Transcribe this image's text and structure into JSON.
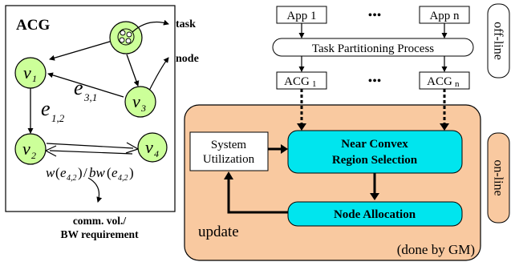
{
  "acg_panel": {
    "title": "ACG",
    "task_label": "task",
    "node_label": "node",
    "nodes": [
      {
        "id": "v1",
        "base": "v",
        "sub": "1"
      },
      {
        "id": "v2",
        "base": "v",
        "sub": "2"
      },
      {
        "id": "v3",
        "base": "v",
        "sub": "3"
      },
      {
        "id": "v4",
        "base": "v",
        "sub": "4"
      }
    ],
    "edge_labels": {
      "e31": {
        "base": "e",
        "sub": "3,1"
      },
      "e12": {
        "base": "e",
        "sub": "1,2"
      }
    },
    "weight_label": {
      "w": "w",
      "w_sub": "4,2",
      "slash": "/",
      "bw": "bw",
      "bw_sub": "4,2",
      "e": "e"
    },
    "comm_note_line1": "comm. vol./",
    "comm_note_line2": "BW requirement"
  },
  "flow": {
    "app_first": "App 1",
    "app_last": "App n",
    "ellipsis": "•••",
    "partition_process": "Task Partitioning Process",
    "acg_first": "ACG",
    "acg_first_sub": "1",
    "acg_last": "ACG",
    "acg_last_sub": "n",
    "offline_tag": "off-line",
    "online_tag": "on-line",
    "system_util_line1": "System",
    "system_util_line2": "Utilization",
    "ncrs_line1": "Near Convex",
    "ncrs_line2": "Region Selection",
    "node_allocation": "Node Allocation",
    "update_label": "update",
    "done_by": "(done by GM)"
  },
  "colors": {
    "node_fill": "#ccff99",
    "online_region": "#f9c9a0",
    "highlight_box": "#00e5ee",
    "stroke": "#000000"
  }
}
